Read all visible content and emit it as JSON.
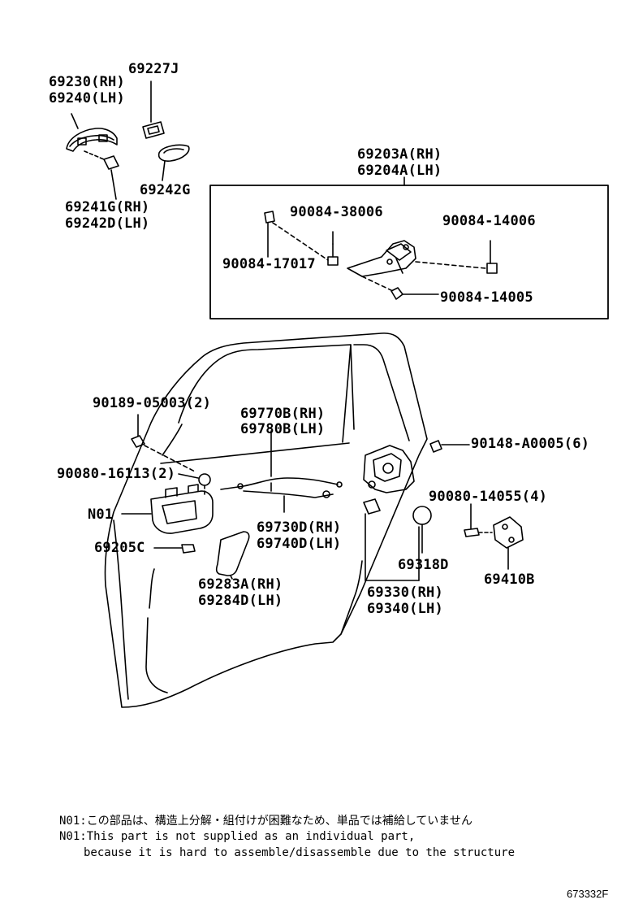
{
  "labels": {
    "p69227J": "69227J",
    "p69230": "69230(RH)",
    "p69240": "69240(LH)",
    "p69242G": "69242G",
    "p69241G": "69241G(RH)",
    "p69242D": "69242D(LH)",
    "p69203A": "69203A(RH)",
    "p69204A": "69204A(LH)",
    "p90084_38006": "90084-38006",
    "p90084_14006": "90084-14006",
    "p90084_17017": "90084-17017",
    "p90084_14005": "90084-14005",
    "p90189": "90189-05003(2)",
    "p69770B": "69770B(RH)",
    "p69780B": "69780B(LH)",
    "p90148": "90148-A0005(6)",
    "p90080_16113": "90080-16113(2)",
    "pN01": "N01",
    "p90080_14055": "90080-14055(4)",
    "p69730D": "69730D(RH)",
    "p69740D": "69740D(LH)",
    "p69205C": "69205C",
    "p69318D": "69318D",
    "p69410B": "69410B",
    "p69283A": "69283A(RH)",
    "p69284D": "69284D(LH)",
    "p69330": "69330(RH)",
    "p69340": "69340(LH)"
  },
  "notes": {
    "jp": "N01:この部品は、構造上分解・組付けが困難なため、単品では補給していません",
    "en1": "N01:This part is not supplied as an individual part,",
    "en2": "because it is hard to assemble/disassemble due to the structure"
  },
  "drawing_code": "673332F"
}
